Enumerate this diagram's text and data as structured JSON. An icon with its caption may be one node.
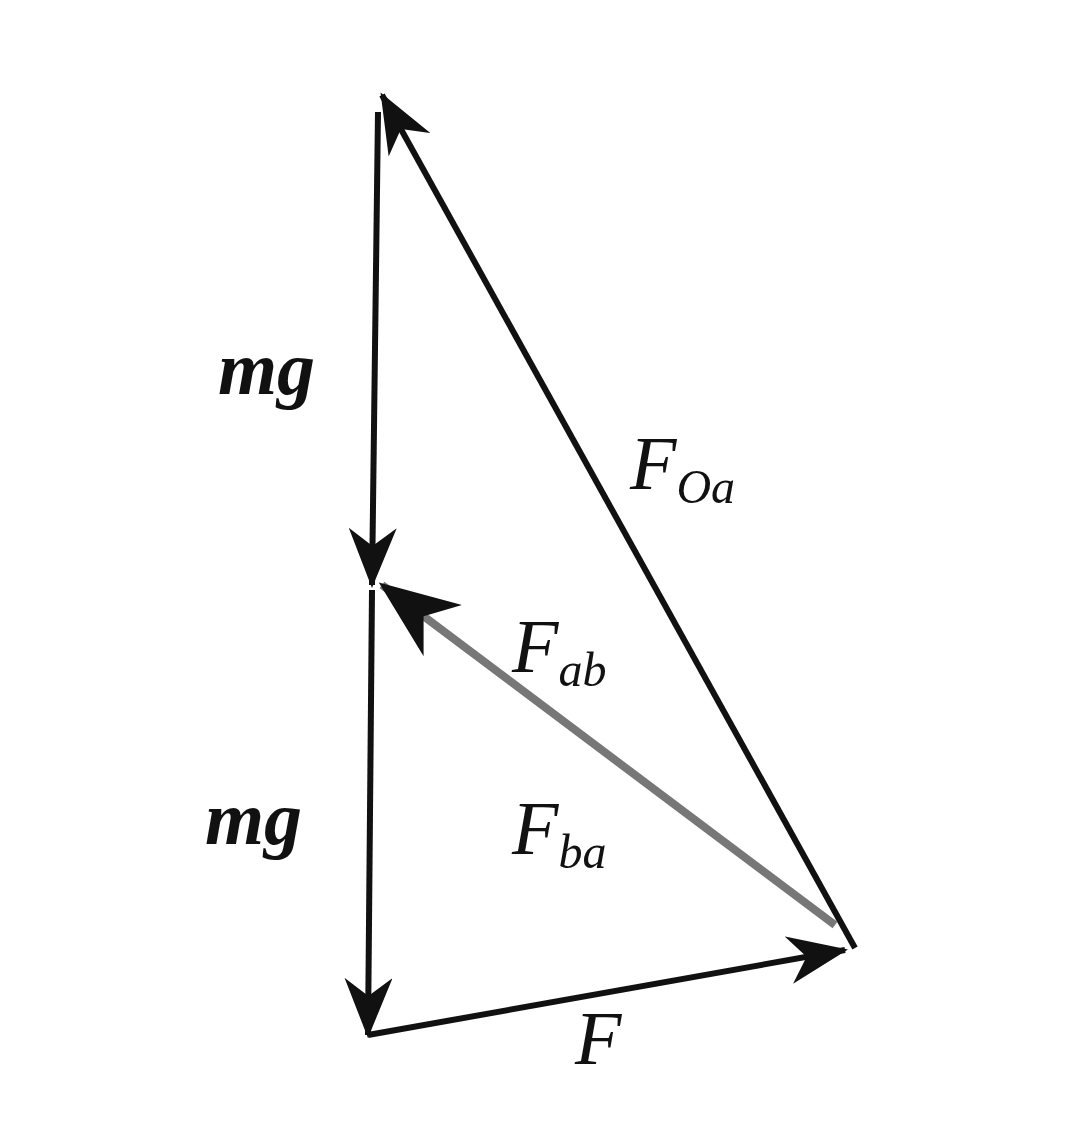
{
  "diagram": {
    "labels": [
      "mg",
      "F$_{Oa}$",
      "F$_{ab}$",
      "mg",
      "F$_{ba}$",
      "F"
    ]
  }
}
